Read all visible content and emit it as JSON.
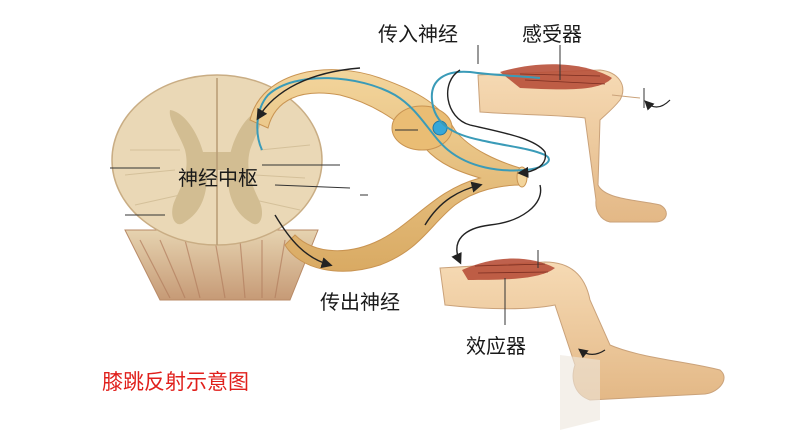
{
  "labels": {
    "afferent_nerve": "传入神经",
    "receptor": "感受器",
    "nerve_center": "神经中枢",
    "efferent_nerve": "传出神经",
    "effector": "效应器",
    "diagram_title": "膝跳反射示意图"
  },
  "colors": {
    "spinal_tissue": "#e8d6b4",
    "gray_matter": "#d2bd92",
    "nerve_fiber": "#eec98a",
    "skin": "#f1cfa2",
    "muscle": "#b8503a",
    "afferent_path": "#3a9bb8",
    "arrow_path": "#222222",
    "title_red": "#e0201c"
  }
}
